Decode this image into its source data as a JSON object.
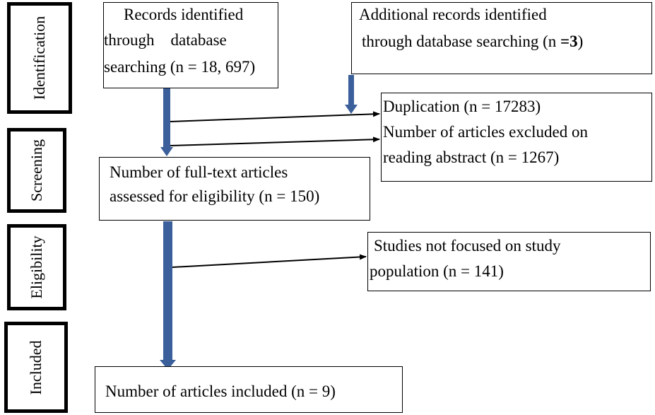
{
  "phases": {
    "identification": "Identification",
    "screening": "Screening",
    "eligibility": "Eligibility",
    "included": "Included"
  },
  "boxes": {
    "records_identified": {
      "line1": "Records identified",
      "line2": "through    database",
      "line3": "searching (n = 18, 697)"
    },
    "additional_records": {
      "line1": "Additional records identified",
      "line2_prefix": "through database searching (n ",
      "line2_bold": "=3",
      "line2_suffix": ")"
    },
    "excluded": {
      "line1": "Duplication (n = 17283)",
      "line2": "Number of articles excluded on",
      "line3": "reading abstract (n = 1267)"
    },
    "full_text": {
      "line1": "Number of full-text articles",
      "line2": "assessed for eligibility (n = 150)"
    },
    "not_focused": {
      "line1": "Studies not focused on study",
      "line2": "population (n = 141)"
    },
    "included": {
      "line1": "Number of articles included (n = 9)"
    }
  },
  "colors": {
    "flow_arrow": "#3a5f9a",
    "line": "#000000"
  }
}
